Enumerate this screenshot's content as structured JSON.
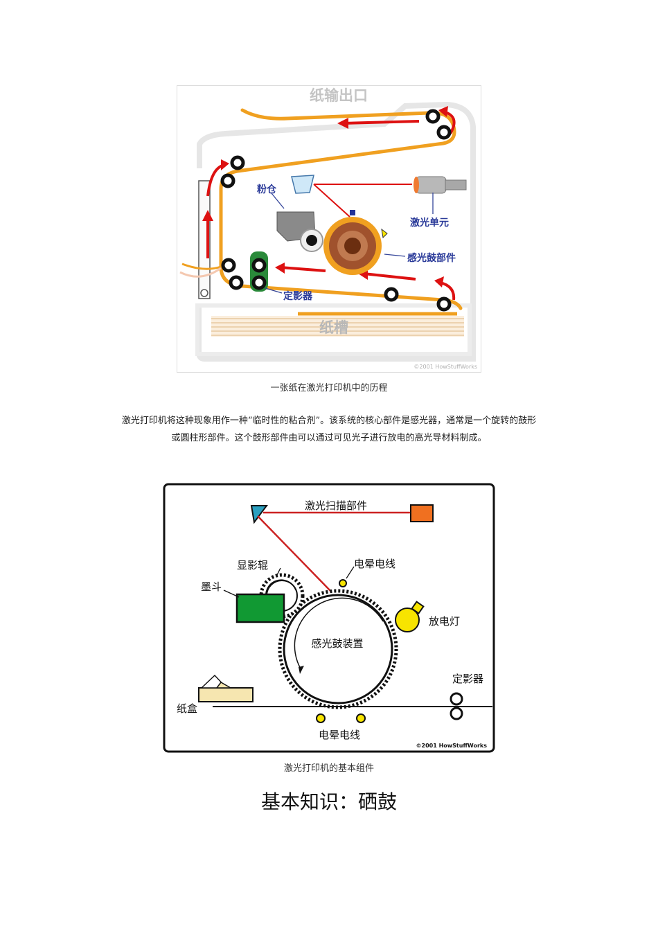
{
  "figure1": {
    "labels": {
      "paper_exit": "纸输出口",
      "toner_hopper": "粉仓",
      "laser_unit": "激光单元",
      "drum_unit": "感光鼓部件",
      "fuser": "定影器",
      "paper_tray": "纸槽"
    },
    "copyright": "©2001 HowStuffWorks",
    "colors": {
      "paper_path": "#f0a020",
      "arrows": "#dd1111",
      "fuser": "#2a8a3a",
      "drum": "#e07820"
    }
  },
  "caption1": "一张纸在激光打印机中的历程",
  "paragraph": {
    "line1": "激光打印机将这种现象用作一种“临时性的粘合剂”。该系统的核心部件是感光器，通常是一个旋转的鼓形",
    "line2": "或圆柱形部件。这个鼓形部件由可以通过可见光子进行放电的高光导材料制成。"
  },
  "figure2": {
    "labels": {
      "laser_scanner": "激光扫描部件",
      "developer_roller": "显影辊",
      "corona_wire_top": "电晕电线",
      "toner_hopper": "墨斗",
      "discharge_lamp": "放电灯",
      "drum": "感光鼓装置",
      "fuser": "定影器",
      "paper_tray": "纸盒",
      "corona_wire_bottom": "电晕电线"
    },
    "copyright": "©2001 HowStuffWorks",
    "colors": {
      "laser_beam": "#cc2222",
      "laser_source": "#f07020",
      "mirror": "#2aa0c0",
      "toner": "#119933",
      "lamp": "#f7e400"
    }
  },
  "caption2": "激光打印机的基本组件",
  "section_heading": "基本知识：硒鼓"
}
